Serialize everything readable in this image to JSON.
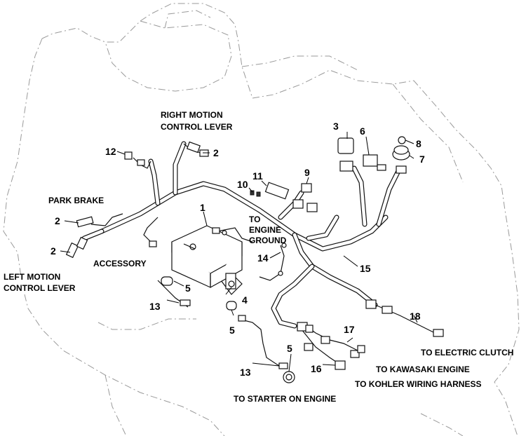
{
  "labels": {
    "right_motion_control_lever": [
      "RIGHT MOTION",
      "CONTROL LEVER"
    ],
    "park_brake": "PARK BRAKE",
    "left_motion_control_lever": [
      "LEFT MOTION",
      "CONTROL LEVER"
    ],
    "accessory": "ACCESSORY",
    "to_engine_ground": [
      "TO",
      "ENGINE",
      "GROUND"
    ],
    "to_electric_clutch": "TO ELECTRIC CLUTCH",
    "to_kawasaki_engine": "TO KAWASAKI ENGINE",
    "to_kohler_wiring_harness": "TO KOHLER WIRING HARNESS",
    "to_starter_on_engine": "TO STARTER ON ENGINE"
  },
  "callouts": {
    "c1": "1",
    "c2_right": "2",
    "c2_park": "2",
    "c2_left": "2",
    "c3": "3",
    "c4": "4",
    "c5_a": "5",
    "c5_b": "5",
    "c5_c": "5",
    "c6": "6",
    "c7": "7",
    "c8": "8",
    "c9": "9",
    "c10": "10",
    "c11": "11",
    "c12": "12",
    "c13_a": "13",
    "c13_b": "13",
    "c14": "14",
    "c15": "15",
    "c16": "16",
    "c17": "17",
    "c18": "18"
  }
}
